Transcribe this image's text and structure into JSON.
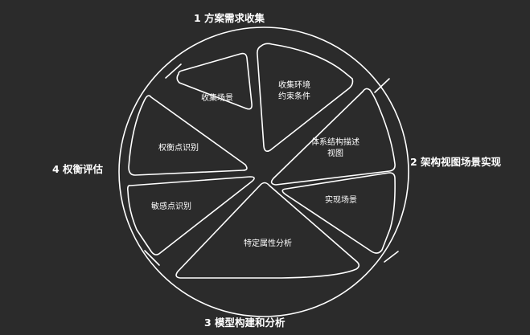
{
  "stages": {
    "top": "1 方案需求收集",
    "right": "2 架构视图场景实现",
    "bottom": "3 模型构建和分析",
    "left": "4 权衡评估"
  },
  "segments": {
    "collect_scenarios": "收集场景",
    "collect_constraints": [
      "收集环境",
      "约束条件"
    ],
    "architecture_views": [
      "体系结构描述",
      "视图"
    ],
    "realize_scenarios": "实现场景",
    "quality_analysis": "特定属性分析",
    "sensitivity_points": "敏感点识别",
    "tradeoff_points": "权衡点识别"
  },
  "colors": {
    "background": "#2b2b2b",
    "stroke": "#ffffff",
    "text": "#ffffff"
  }
}
